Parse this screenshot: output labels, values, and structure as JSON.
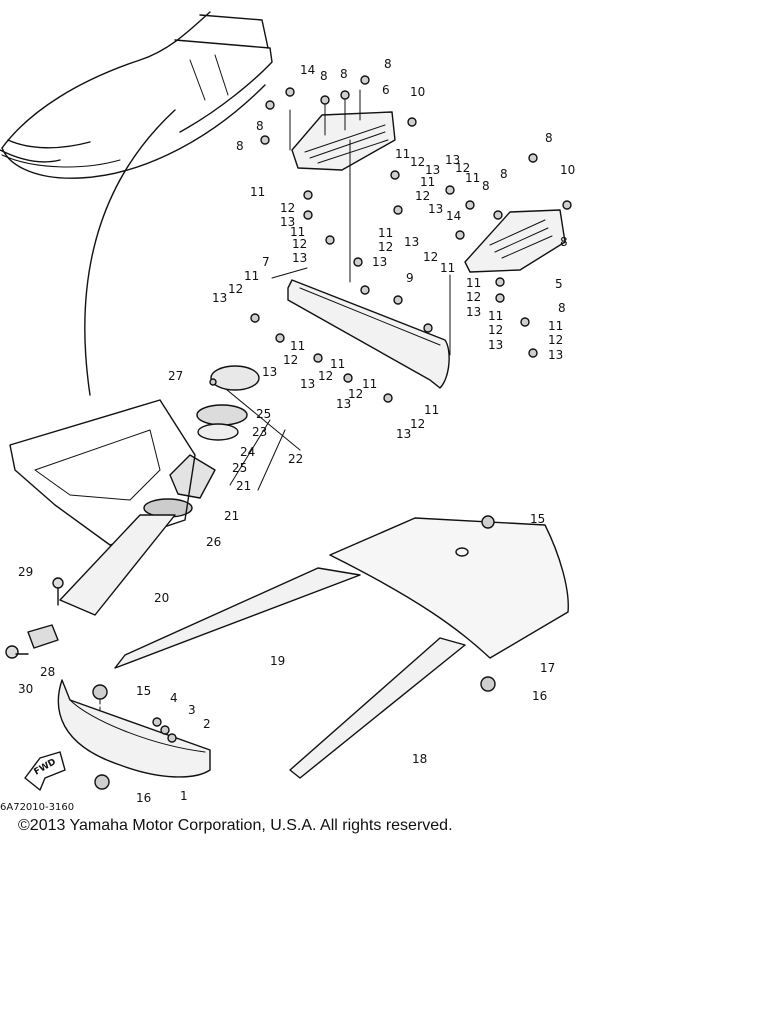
{
  "diagram": {
    "code": "6A72010-3160",
    "copyright": "©2013 Yamaha Motor Corporation, U.S.A. All rights reserved.",
    "fwd_label": "FWD",
    "parts": {
      "p1": "1",
      "p2": "2",
      "p3": "3",
      "p4": "4",
      "p5": "5",
      "p6": "6",
      "p7": "7",
      "p8": "8",
      "p9": "9",
      "p10": "10",
      "p11": "11",
      "p12": "12",
      "p13": "13",
      "p14": "14",
      "p15": "15",
      "p16": "16",
      "p17": "17",
      "p18": "18",
      "p19": "19",
      "p20": "20",
      "p21": "21",
      "p22": "22",
      "p23": "23",
      "p24": "24",
      "p25": "25",
      "p26": "26",
      "p27": "27",
      "p28": "28",
      "p29": "29",
      "p30": "30"
    }
  }
}
